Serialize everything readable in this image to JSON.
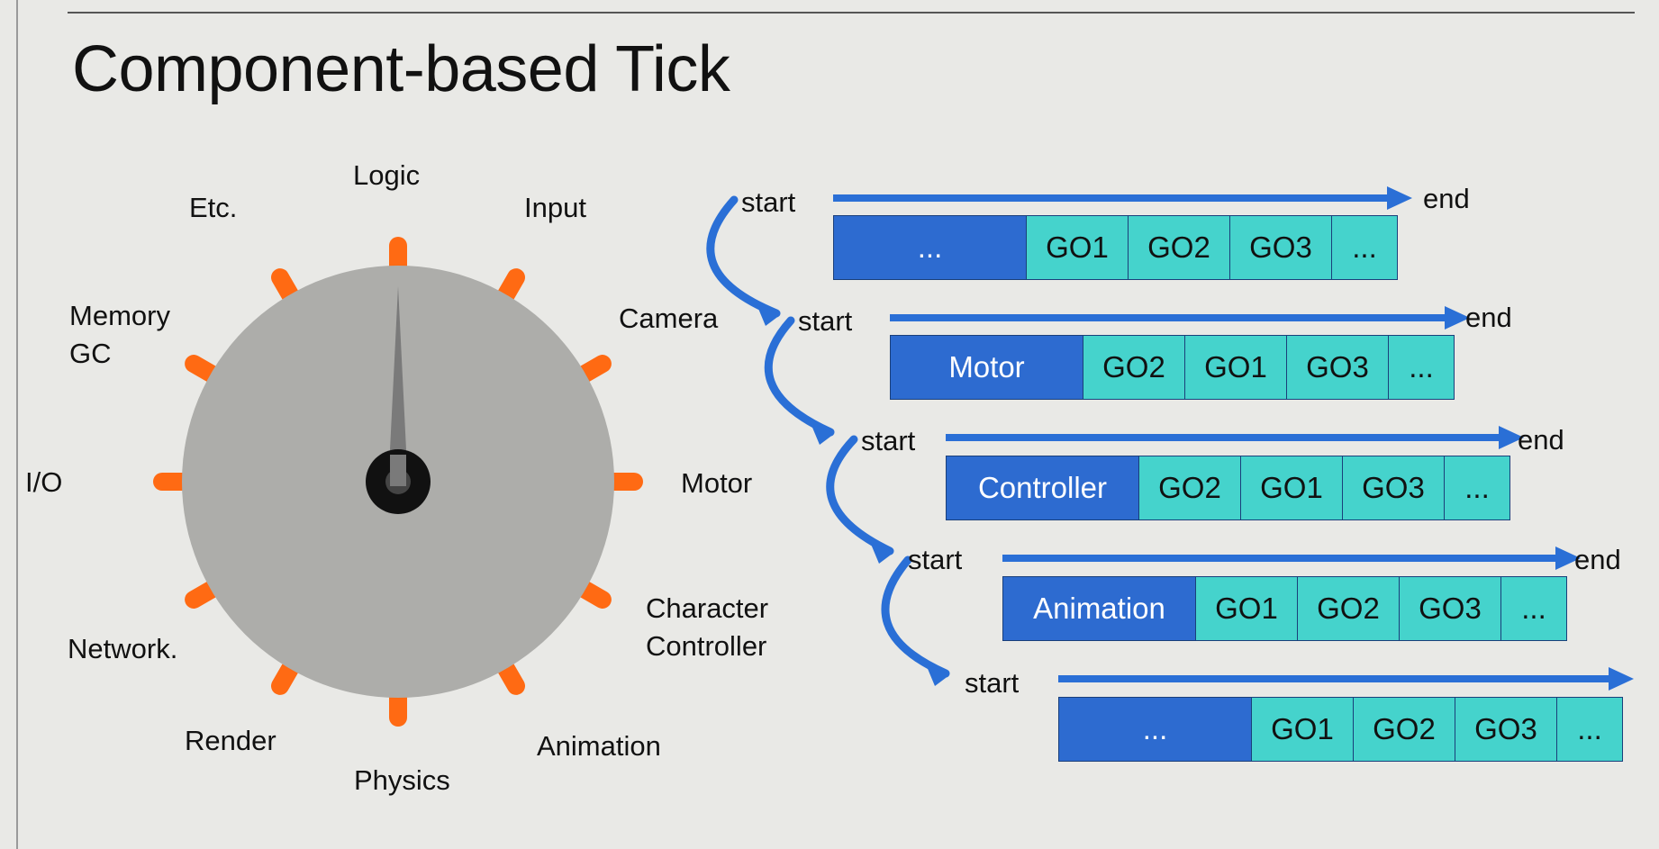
{
  "slide": {
    "title": "Component-based Tick"
  },
  "dial": {
    "labels": {
      "logic": "Logic",
      "input": "Input",
      "camera": "Camera",
      "motor": "Motor",
      "character_controller_line1": "Character",
      "character_controller_line2": "Controller",
      "animation": "Animation",
      "physics": "Physics",
      "render": "Render",
      "network": "Network.",
      "io": "I/O",
      "memory_gc_line1": "Memory",
      "memory_gc_line2": "GC",
      "etc": "Etc."
    },
    "colors": {
      "face": "#adadaa",
      "tick": "#ff6a13",
      "needle": "#7a7a7a",
      "hub": "#111111"
    }
  },
  "sequence": {
    "start_label": "start",
    "end_label": "end",
    "rows": [
      {
        "component": "...",
        "objects": [
          "GO1",
          "GO2",
          "GO3",
          "..."
        ]
      },
      {
        "component": "Motor",
        "objects": [
          "GO2",
          "GO1",
          "GO3",
          "..."
        ]
      },
      {
        "component": "Controller",
        "objects": [
          "GO2",
          "GO1",
          "GO3",
          "..."
        ]
      },
      {
        "component": "Animation",
        "objects": [
          "GO1",
          "GO2",
          "GO3",
          "..."
        ]
      },
      {
        "component": "...",
        "objects": [
          "GO1",
          "GO2",
          "GO3",
          "..."
        ]
      }
    ],
    "colors": {
      "component_cell": "#2d6bd0",
      "object_cell": "#45d3cc",
      "arrow": "#2a6fd6"
    }
  }
}
